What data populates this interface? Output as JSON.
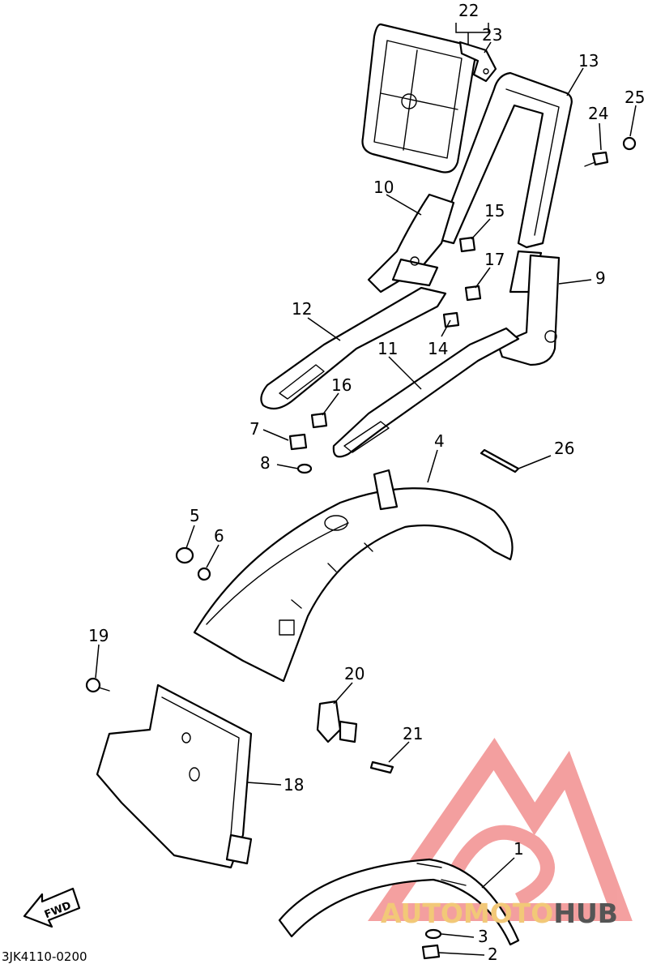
{
  "callouts": {
    "p1": "1",
    "p2": "2",
    "p3": "3",
    "p4": "4",
    "p5": "5",
    "p6": "6",
    "p7": "7",
    "p8": "8",
    "p9": "9",
    "p10": "10",
    "p11": "11",
    "p12": "12",
    "p13": "13",
    "p14": "14",
    "p15": "15",
    "p16": "16",
    "p17": "17",
    "p18": "18",
    "p19": "19",
    "p20": "20",
    "p21": "21",
    "p22": "22",
    "p23": "23",
    "p24": "24",
    "p25": "25",
    "p26": "26"
  },
  "diagram_code": "3JK4110-0200",
  "fwd_arrow": "FWD",
  "watermark": {
    "part1": "AUTO",
    "part2": "MOTO",
    "part3": "HUB",
    "color_light": "#f2c878",
    "color_dark": "#555555",
    "logo_color": "#f08080"
  }
}
